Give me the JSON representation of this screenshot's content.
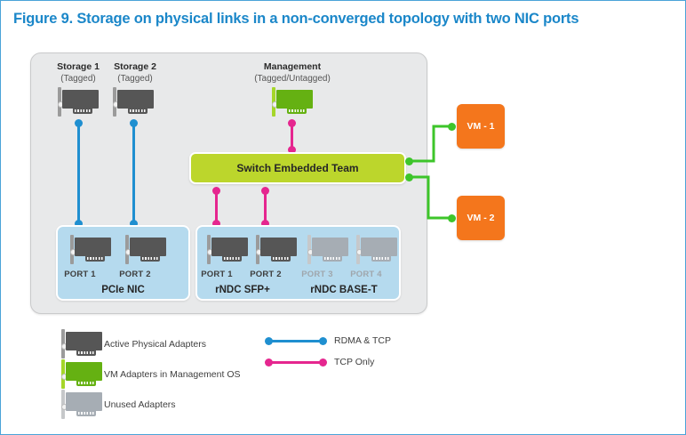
{
  "figure": {
    "title": "Figure 9. Storage on physical links in a non-converged topology with two NIC ports",
    "title_color": "#1b87c9",
    "border_color": "#4aa3d8"
  },
  "host": {
    "background": "#e8e9ea",
    "top_adapters": [
      {
        "name": "storage-1",
        "title": "Storage 1",
        "subtitle": "(Tagged)",
        "style": "dark"
      },
      {
        "name": "storage-2",
        "title": "Storage 2",
        "subtitle": "(Tagged)",
        "style": "dark"
      },
      {
        "name": "management",
        "title": "Management",
        "subtitle": "(Tagged/Untagged)",
        "style": "green"
      }
    ],
    "switch_embedded_team": {
      "label": "Switch Embedded Team",
      "color": "#bcd62c"
    },
    "nic_groups": [
      {
        "name": "pcie-nic",
        "group_label": "PCIe NIC",
        "ports": [
          {
            "label": "PORT 1",
            "state": "active"
          },
          {
            "label": "PORT 2",
            "state": "active"
          }
        ]
      },
      {
        "name": "rndc-sfp-plus",
        "group_label": "rNDC SFP+",
        "ports": [
          {
            "label": "PORT 1",
            "state": "active"
          },
          {
            "label": "PORT 2",
            "state": "active"
          }
        ]
      },
      {
        "name": "rndc-base-t",
        "group_label": "rNDC BASE-T",
        "ports": [
          {
            "label": "PORT 3",
            "state": "unused"
          },
          {
            "label": "PORT 4",
            "state": "unused"
          }
        ]
      }
    ]
  },
  "vms": [
    {
      "name": "vm-1",
      "label": "VM - 1",
      "color": "#f4761c"
    },
    {
      "name": "vm-2",
      "label": "VM - 2",
      "color": "#f4761c"
    }
  ],
  "legend": {
    "adapters": [
      {
        "label": "Active Physical Adapters",
        "style": "dark",
        "color": "#565656"
      },
      {
        "label": "VM Adapters in Management OS",
        "style": "green",
        "color": "#65b112"
      },
      {
        "label": "Unused Adapters",
        "style": "gray",
        "color": "#a6adb4"
      }
    ],
    "links": [
      {
        "label": "RDMA & TCP",
        "color": "#1f8fd0"
      },
      {
        "label": "TCP Only",
        "color": "#e5268f"
      }
    ]
  },
  "connections": {
    "storage_to_pcie_color": "#1f8fd0",
    "management_to_set_color": "#e5268f",
    "set_to_rndc_color": "#e5268f",
    "set_to_vm_color": "#3dc52a"
  }
}
